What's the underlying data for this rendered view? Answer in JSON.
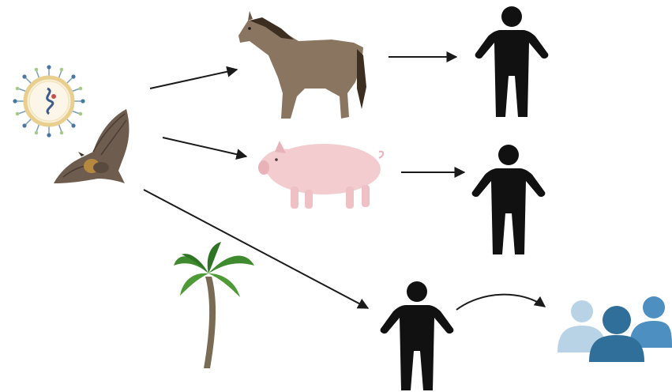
{
  "diagram": {
    "nodes": [
      {
        "id": "virus",
        "icon": "virus-icon"
      },
      {
        "id": "bat",
        "icon": "bat-icon"
      },
      {
        "id": "horse",
        "icon": "horse-icon"
      },
      {
        "id": "pig",
        "icon": "pig-icon"
      },
      {
        "id": "palm",
        "icon": "palm-tree-icon"
      },
      {
        "id": "human-horse",
        "icon": "person-icon"
      },
      {
        "id": "human-pig",
        "icon": "person-icon"
      },
      {
        "id": "human-palm",
        "icon": "person-icon"
      },
      {
        "id": "community",
        "icon": "group-of-people-icon"
      }
    ],
    "edges": [
      {
        "from": "bat",
        "to": "horse"
      },
      {
        "from": "bat",
        "to": "pig"
      },
      {
        "from": "bat",
        "to": "human-palm"
      },
      {
        "from": "horse",
        "to": "human-horse"
      },
      {
        "from": "pig",
        "to": "human-pig"
      },
      {
        "from": "human-palm",
        "to": "community",
        "style": "curved"
      }
    ],
    "colors": {
      "arrow": "#1a1a1a",
      "person": "#111111",
      "horse": "#8a7560",
      "pig": "#f3cccf",
      "bat": "#6e5c4f",
      "palm_leaves": "#3f8a2e",
      "virus_ring": "#e9cf8f",
      "group_light": "#b9d3e6",
      "group_mid": "#2f6f9a",
      "group_right": "#4c8fc0"
    }
  }
}
